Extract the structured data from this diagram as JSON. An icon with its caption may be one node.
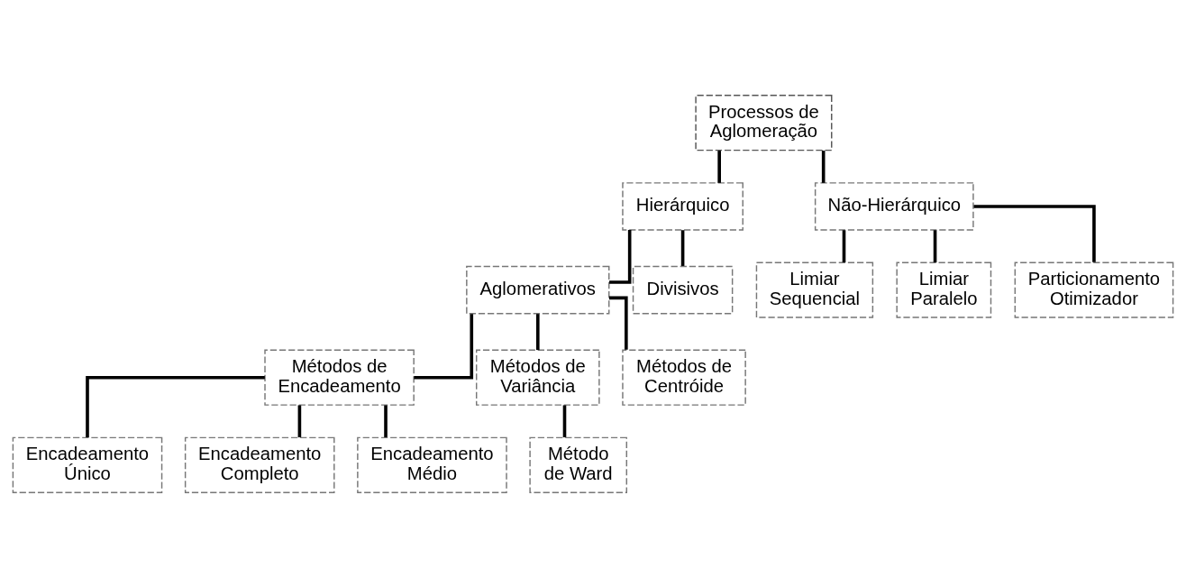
{
  "diagram": {
    "nodes": [
      {
        "text": [
          "Processos de Aglomeração"
        ]
      },
      {
        "text": [
          "Hierárquico"
        ]
      },
      {
        "text": [
          "Não-Hierárquico"
        ]
      },
      {
        "text": [
          "Aglomerativos"
        ]
      },
      {
        "text": [
          "Divisivos"
        ]
      },
      {
        "text": [
          "Limiar Sequencial"
        ]
      },
      {
        "text": [
          "Limiar Paralelo"
        ]
      },
      {
        "text": [
          "Particionamento Otimizador"
        ]
      },
      {
        "text": [
          "Métodos de Encadeamento"
        ]
      },
      {
        "text": [
          "Métodos de Variância"
        ]
      },
      {
        "text": [
          "Métodos de Centróide"
        ]
      },
      {
        "text": [
          "Encadeamento Único"
        ]
      },
      {
        "text": [
          "Método de Ward"
        ]
      },
      {
        "text": [
          "Encadeamento Completo"
        ]
      },
      {
        "text": [
          "Encadeamento Médio"
        ]
      }
    ],
    "edges": [
      {
        "from": 0,
        "to": 1,
        "arrow": "none"
      },
      {
        "from": 0,
        "to": 2,
        "arrow": "none"
      },
      {
        "from": 1,
        "to": 3,
        "arrow": "none"
      },
      {
        "from": 1,
        "to": 4,
        "arrow": "none"
      },
      {
        "from": 2,
        "to": 5,
        "arrow": "none"
      },
      {
        "from": 2,
        "to": 6,
        "arrow": "none"
      },
      {
        "from": 2,
        "to": 7,
        "arrow": "none"
      },
      {
        "from": 3,
        "to": 8,
        "arrow": "none"
      },
      {
        "from": 3,
        "to": 9,
        "arrow": "none"
      },
      {
        "from": 3,
        "to": 10,
        "arrow": "none"
      },
      {
        "from": 8,
        "to": 11,
        "arrow": "none"
      },
      {
        "from": 8,
        "to": 13,
        "arrow": "none"
      },
      {
        "from": 8,
        "to": 14,
        "arrow": "none"
      },
      {
        "from": 9,
        "to": 12,
        "arrow": "none"
      }
    ]
  }
}
